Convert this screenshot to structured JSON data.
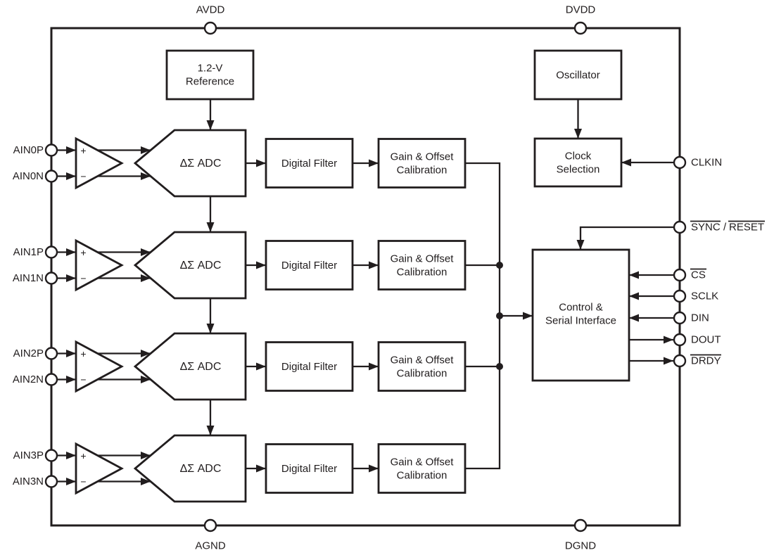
{
  "power_pins": {
    "avdd": "AVDD",
    "dvdd": "DVDD",
    "agnd": "AGND",
    "dgnd": "DGND"
  },
  "right_pins": {
    "clkin": "CLKIN",
    "sync": "SYNC",
    "slash": "/",
    "reset": "RESET",
    "cs": "CS",
    "sclk": "SCLK",
    "din": "DIN",
    "dout": "DOUT",
    "drdy": "DRDY"
  },
  "blocks": {
    "reference": {
      "line1": "1.2-V",
      "line2": "Reference"
    },
    "oscillator": {
      "label": "Oscillator"
    },
    "clock_selection": {
      "line1": "Clock",
      "line2": "Selection"
    },
    "control": {
      "line1": "Control &",
      "line2": "Serial Interface"
    }
  },
  "channels": [
    {
      "pin_p": "AIN0P",
      "pin_n": "AIN0N",
      "plus": "+",
      "minus": "−",
      "adc": "ΔΣ ADC",
      "filter": "Digital Filter",
      "cal_line1": "Gain & Offset",
      "cal_line2": "Calibration"
    },
    {
      "pin_p": "AIN1P",
      "pin_n": "AIN1N",
      "plus": "+",
      "minus": "−",
      "adc": "ΔΣ ADC",
      "filter": "Digital Filter",
      "cal_line1": "Gain & Offset",
      "cal_line2": "Calibration"
    },
    {
      "pin_p": "AIN2P",
      "pin_n": "AIN2N",
      "plus": "+",
      "minus": "−",
      "adc": "ΔΣ ADC",
      "filter": "Digital Filter",
      "cal_line1": "Gain & Offset",
      "cal_line2": "Calibration"
    },
    {
      "pin_p": "AIN3P",
      "pin_n": "AIN3N",
      "plus": "+",
      "minus": "−",
      "adc": "ΔΣ ADC",
      "filter": "Digital Filter",
      "cal_line1": "Gain & Offset",
      "cal_line2": "Calibration"
    }
  ]
}
